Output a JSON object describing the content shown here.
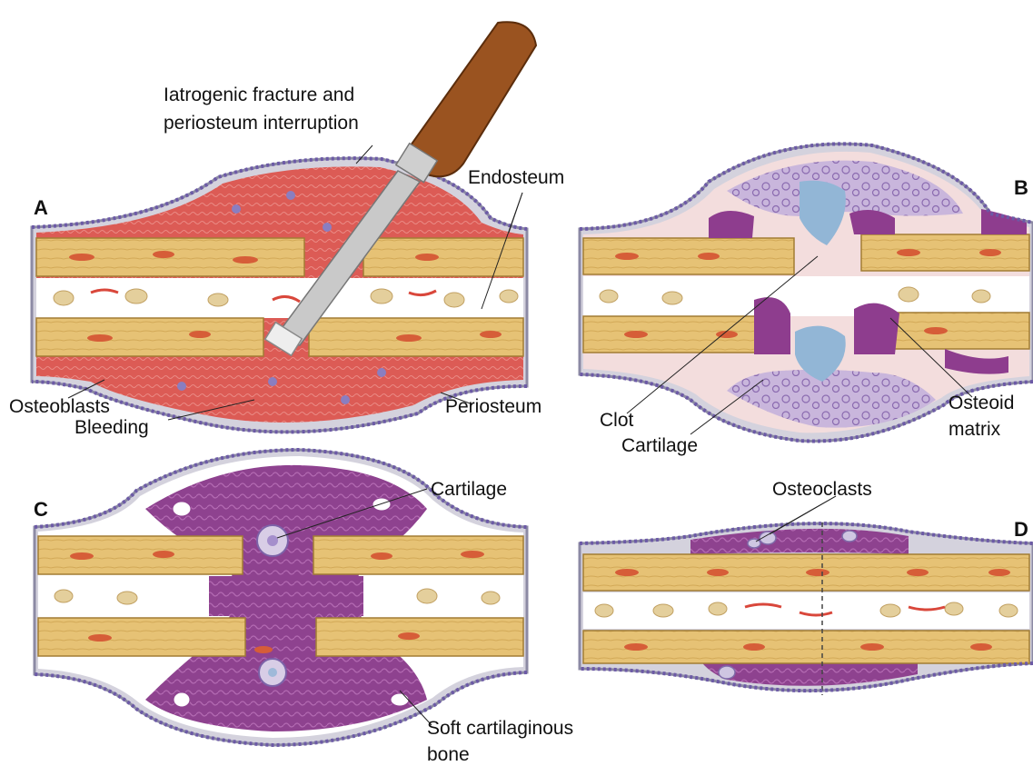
{
  "panels": {
    "a": "A",
    "b": "B",
    "c": "C",
    "d": "D"
  },
  "labels": {
    "iatrogenic_line1": "Iatrogenic fracture and",
    "iatrogenic_line2": "periosteum interruption",
    "endosteum": "Endosteum",
    "osteoblasts": "Osteoblasts",
    "bleeding": "Bleeding",
    "periosteum": "Periosteum",
    "clot": "Clot",
    "cartilage_b": "Cartilage",
    "osteoid_line1": "Osteoid",
    "osteoid_line2": "matrix",
    "cartilage_c": "Cartilage",
    "soft_line1": "Soft cartilaginous",
    "soft_line2": "bone",
    "osteoclasts": "Osteoclasts"
  },
  "colors": {
    "bone": "#e5c071",
    "bone_edge": "#b88d3c",
    "periosteum": "#6c5aa6",
    "marrow": "#ffffff",
    "bleeding": "#d9544f",
    "purple_tissue": "#8a3f8c",
    "cartilage": "#c7b3d8",
    "clot_blue": "#8fb4d6",
    "handle": "#8b4513",
    "blade": "#c8c8c8"
  }
}
